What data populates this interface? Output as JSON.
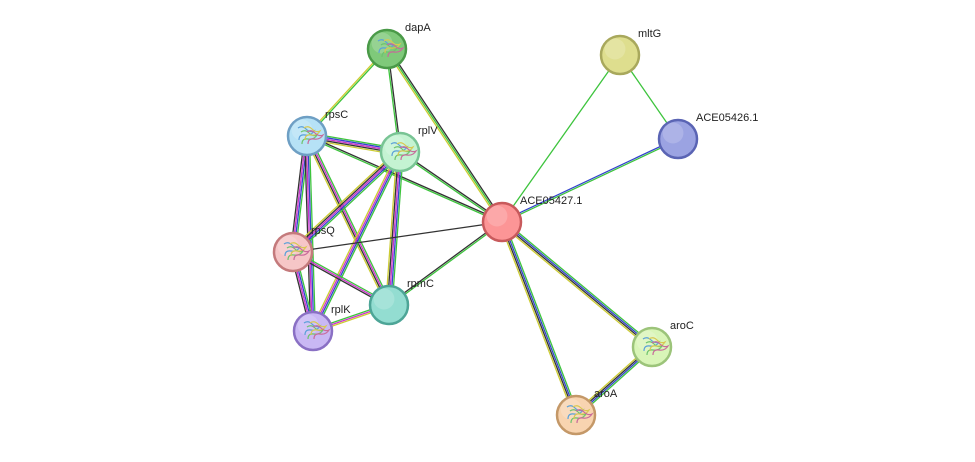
{
  "network": {
    "nodes": [
      {
        "id": "dapA",
        "label": "dapA",
        "color": "#7fc97a",
        "stroke": "#4a9a48",
        "structure": true
      },
      {
        "id": "mltG",
        "label": "mltG",
        "color": "#dede8e",
        "stroke": "#a8a85c",
        "structure": false
      },
      {
        "id": "ACE05426.1",
        "label": "ACE05426.1",
        "color": "#9ba3e2",
        "stroke": "#5a64b4",
        "structure": false
      },
      {
        "id": "rpsC",
        "label": "rpsC",
        "color": "#b6e2f6",
        "stroke": "#6e9fc4",
        "structure": true
      },
      {
        "id": "rplV",
        "label": "rplV",
        "color": "#c4f3d2",
        "stroke": "#78c494",
        "structure": true
      },
      {
        "id": "ACE05427.1",
        "label": "ACE05427.1",
        "color": "#fc9596",
        "stroke": "#c85a5c",
        "structure": false
      },
      {
        "id": "rpsQ",
        "label": "rpsQ",
        "color": "#f6c6c7",
        "stroke": "#c47a7c",
        "structure": true
      },
      {
        "id": "rpmC",
        "label": "rpmC",
        "color": "#93ddd1",
        "stroke": "#4da597",
        "structure": false
      },
      {
        "id": "rplK",
        "label": "rplK",
        "color": "#c9b8f4",
        "stroke": "#8a70c4",
        "structure": true
      },
      {
        "id": "aroC",
        "label": "aroC",
        "color": "#d9f5b8",
        "stroke": "#9cc47a",
        "structure": true
      },
      {
        "id": "aroA",
        "label": "aroA",
        "color": "#f8d4b0",
        "stroke": "#c49868",
        "structure": true
      }
    ],
    "edges": [
      {
        "source": "mltG",
        "target": "ACE05426.1",
        "colors": [
          "#3dc43d"
        ]
      },
      {
        "source": "mltG",
        "target": "ACE05427.1",
        "colors": [
          "#3dc43d"
        ]
      },
      {
        "source": "ACE05426.1",
        "target": "ACE05427.1",
        "colors": [
          "#3dc43d",
          "#3344cc"
        ]
      },
      {
        "source": "dapA",
        "target": "rpsC",
        "colors": [
          "#3dc43d",
          "#cccc33"
        ]
      },
      {
        "source": "dapA",
        "target": "rplV",
        "colors": [
          "#333333",
          "#3dc43d"
        ]
      },
      {
        "source": "dapA",
        "target": "ACE05427.1",
        "colors": [
          "#333333",
          "#3dc43d",
          "#cccc33"
        ]
      },
      {
        "source": "rpsC",
        "target": "rplV",
        "colors": [
          "#3dc43d",
          "#3344cc",
          "#cc33cc",
          "#333333",
          "#cccc33"
        ]
      },
      {
        "source": "rpsC",
        "target": "rpsQ",
        "colors": [
          "#3dc43d",
          "#3344cc",
          "#cc33cc",
          "#333333"
        ]
      },
      {
        "source": "rpsC",
        "target": "rplK",
        "colors": [
          "#3dc43d",
          "#3344cc",
          "#cc33cc",
          "#333333"
        ]
      },
      {
        "source": "rpsC",
        "target": "rpmC",
        "colors": [
          "#3dc43d",
          "#cc33cc",
          "#333333",
          "#cccc33"
        ]
      },
      {
        "source": "rpsC",
        "target": "ACE05427.1",
        "colors": [
          "#333333",
          "#3dc43d"
        ]
      },
      {
        "source": "rplV",
        "target": "rpsQ",
        "colors": [
          "#3dc43d",
          "#3344cc",
          "#cc33cc",
          "#333333",
          "#cccc33"
        ]
      },
      {
        "source": "rplV",
        "target": "rplK",
        "colors": [
          "#3dc43d",
          "#3344cc",
          "#cc33cc",
          "#cccc33"
        ]
      },
      {
        "source": "rplV",
        "target": "rpmC",
        "colors": [
          "#3dc43d",
          "#3344cc",
          "#cc33cc",
          "#333333",
          "#cccc33"
        ]
      },
      {
        "source": "rplV",
        "target": "ACE05427.1",
        "colors": [
          "#333333",
          "#3dc43d"
        ]
      },
      {
        "source": "rpsQ",
        "target": "rplK",
        "colors": [
          "#3dc43d",
          "#3344cc",
          "#cc33cc",
          "#333333"
        ]
      },
      {
        "source": "rpsQ",
        "target": "rpmC",
        "colors": [
          "#3dc43d",
          "#cc33cc",
          "#333333"
        ]
      },
      {
        "source": "rpsQ",
        "target": "ACE05427.1",
        "colors": [
          "#333333"
        ]
      },
      {
        "source": "rplK",
        "target": "rpmC",
        "colors": [
          "#3dc43d",
          "#cc33cc",
          "#cccc33"
        ]
      },
      {
        "source": "rpmC",
        "target": "ACE05427.1",
        "colors": [
          "#333333",
          "#3dc43d"
        ]
      },
      {
        "source": "ACE05427.1",
        "target": "aroC",
        "colors": [
          "#3dc43d",
          "#3344cc",
          "#333333",
          "#cccc33"
        ]
      },
      {
        "source": "ACE05427.1",
        "target": "aroA",
        "colors": [
          "#3dc43d",
          "#3344cc",
          "#333333",
          "#cccc33"
        ]
      },
      {
        "source": "aroC",
        "target": "aroA",
        "colors": [
          "#3dc43d",
          "#3344cc",
          "#333333",
          "#cccc33"
        ]
      }
    ]
  }
}
